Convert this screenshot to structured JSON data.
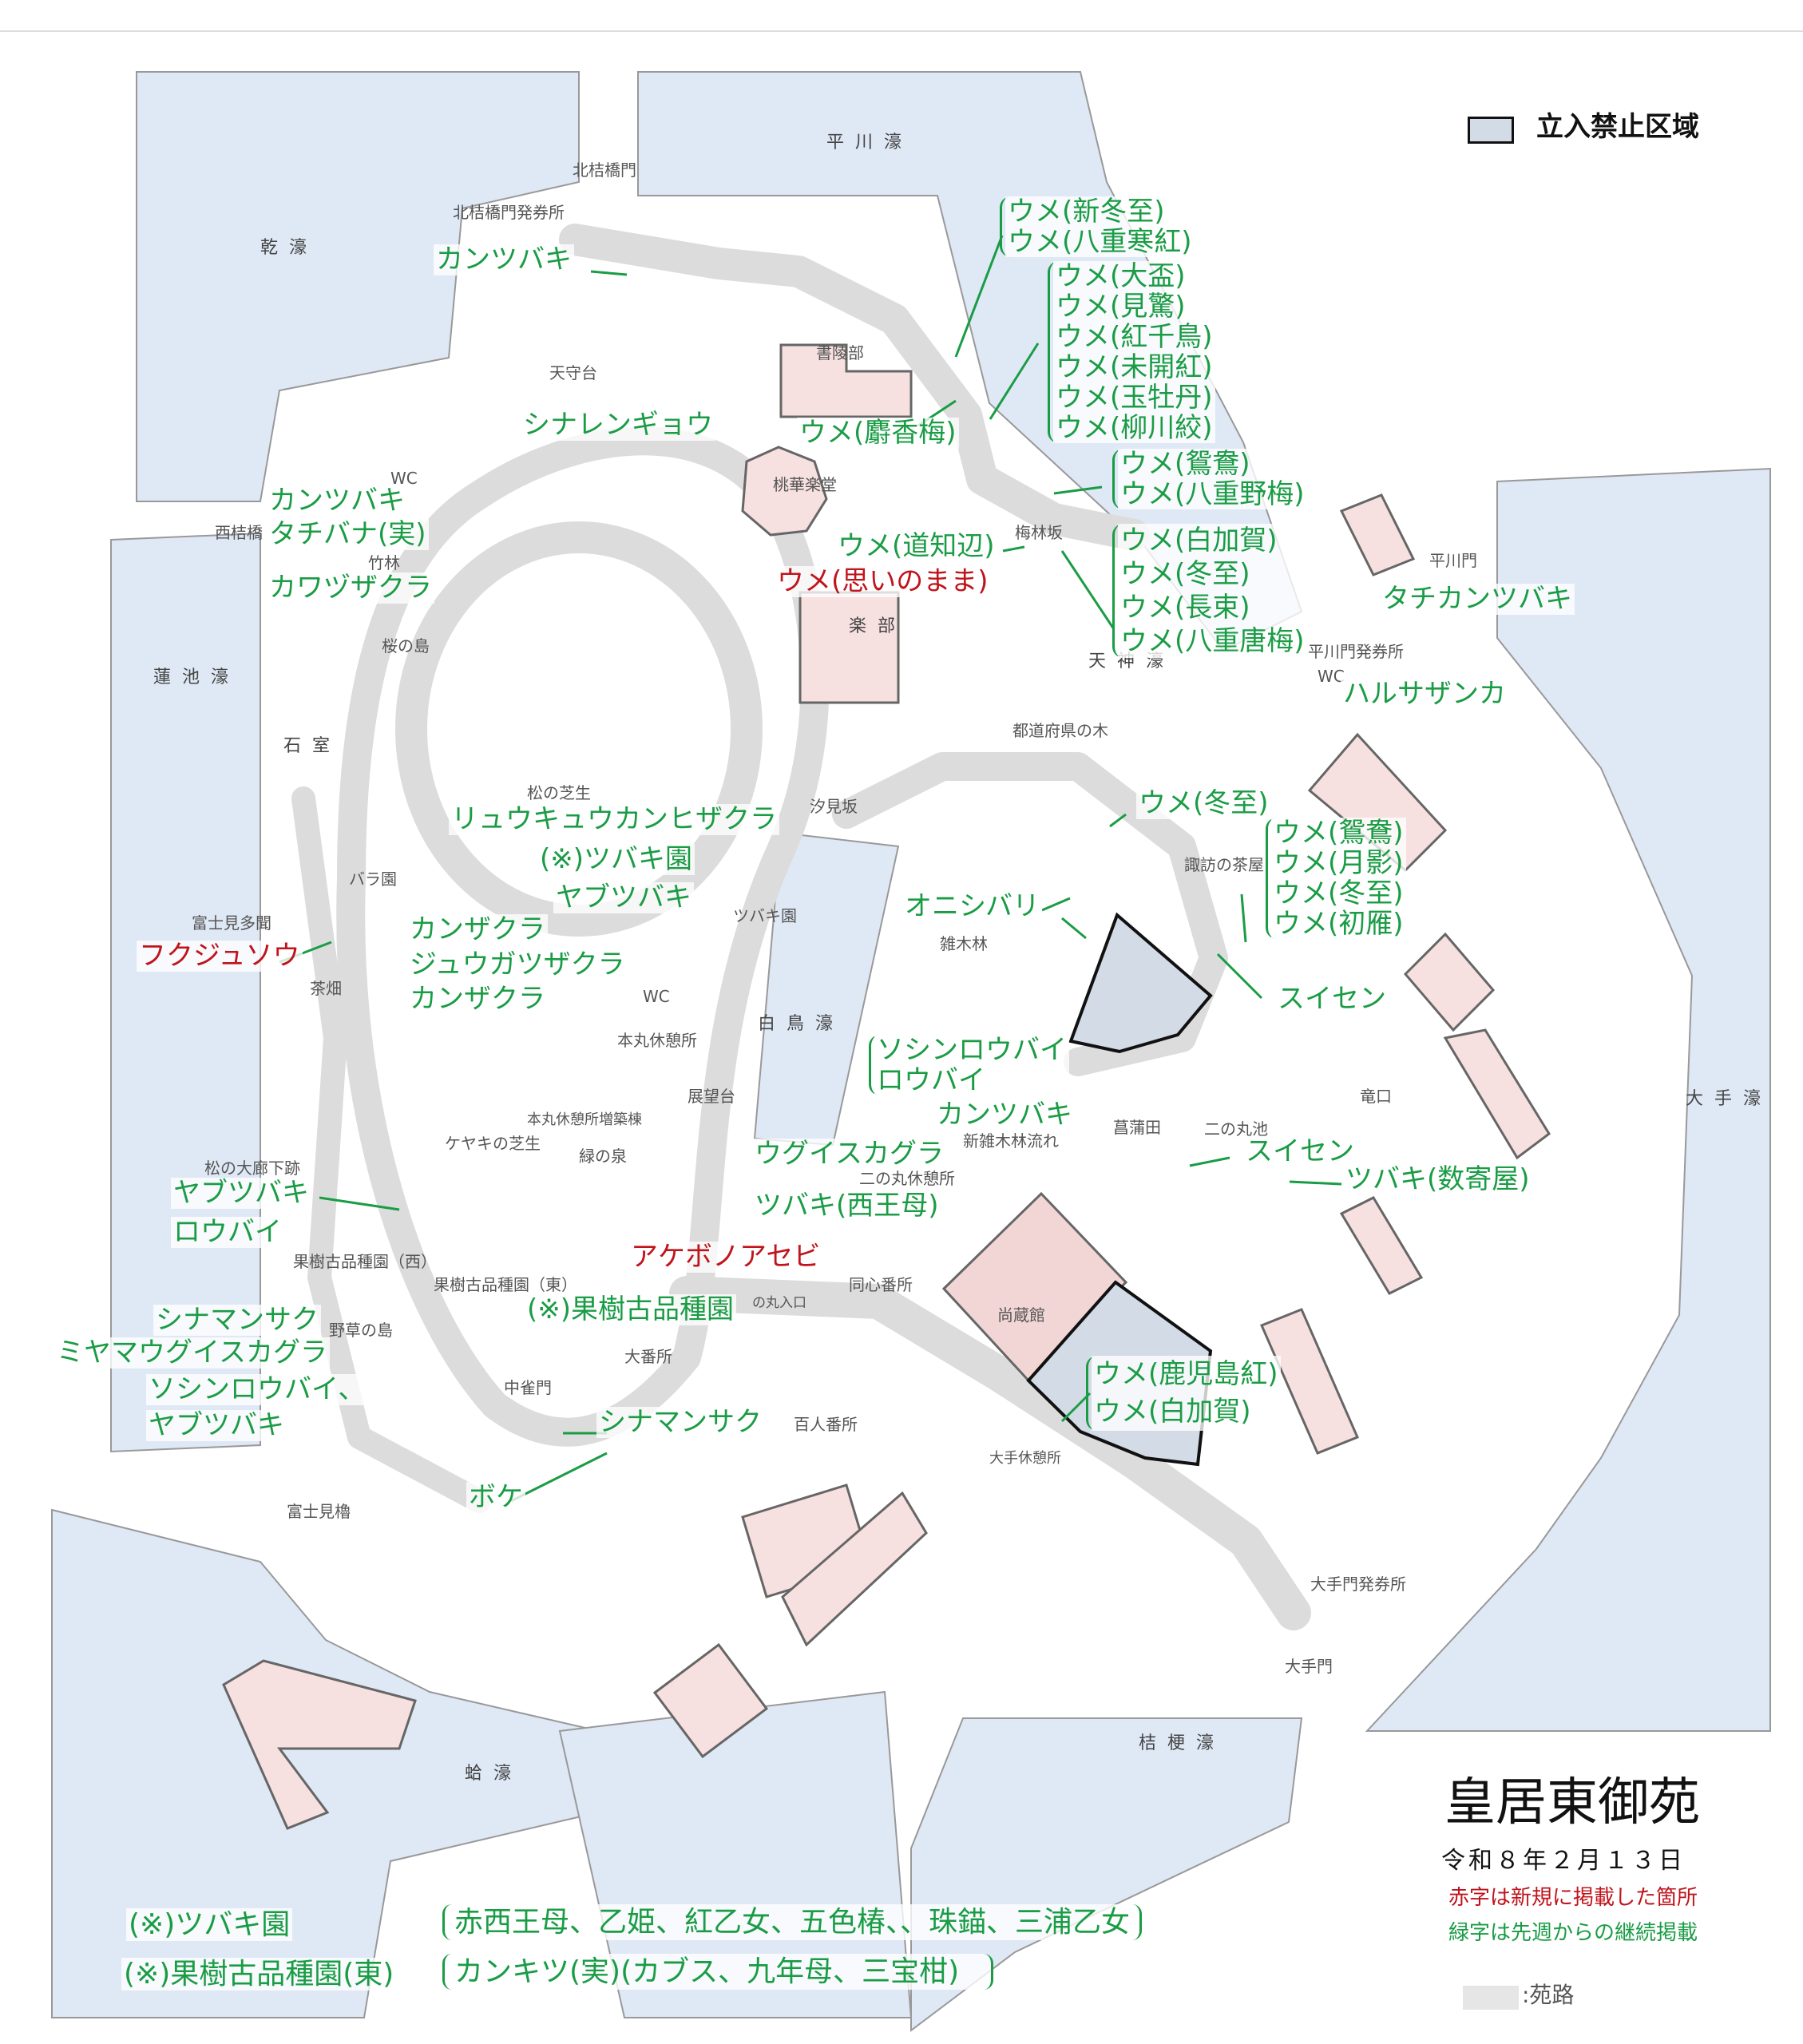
{
  "legend": {
    "restricted_area": "立入禁止区域",
    "restricted_color": "#d3dbe6",
    "path_label": ":苑路",
    "path_color": "#e6e6e6"
  },
  "title": {
    "name": "皇居東御苑",
    "date": "令和８年２月１３日",
    "note_red": "赤字は新規に掲載した箇所",
    "note_green": "緑字は先週からの継続掲載"
  },
  "colors": {
    "green_text": "#1a9c45",
    "red_text": "#c0141c",
    "moat": "#dfe8f5",
    "building": "#f7e0e0",
    "path": "#dcdcdc"
  },
  "places": {
    "hirakawa_bori": "平川濠",
    "kitahanebashi_mon": "北桔橋門",
    "kitahanebashi_ticket": "北桔橋門発券所",
    "inui_bori": "乾濠",
    "tenshudai": "天守台",
    "shoryobu": "書陵部",
    "tokagakudo": "桃華楽堂",
    "wc1": "WC",
    "chikurin": "竹林",
    "nishihanebashi": "西桔橋",
    "sakura_island": "桜の島",
    "hasuike_bori": "蓮池濠",
    "ishimuro": "石室",
    "gakubu": "楽部",
    "bairinzaka": "梅林坂",
    "tenjin_bori": "天神濠",
    "hirakawa_mon": "平川門",
    "hirakawa_ticket": "平川門発券所",
    "wc2": "WC",
    "prefecture_trees": "都道府県の木",
    "matsu_lawn": "松の芝生",
    "shiomizaka": "汐見坂",
    "suwa_chaya": "諏訪の茶屋",
    "rose_garden": "バラ園",
    "tsubaki_garden": "ツバキ園",
    "zokibayashi": "雑木林",
    "fujimi_tamon": "富士見多聞",
    "tea_field": "茶畑",
    "wc3": "WC",
    "hakucho_bori": "白鳥濠",
    "honmaru_rest": "本丸休憩所",
    "observatory": "展望台",
    "honmaru_rest_annex": "本丸休憩所増築棟",
    "keyaki_lawn": "ケヤキの芝生",
    "midori_izumi": "緑の泉",
    "shobuda": "菖蒲田",
    "ninomaru_pond": "二の丸池",
    "tatsunokuchi": "竜口",
    "new_zokibayashi_stream": "新雑木林流れ",
    "ote_bori": "大手濠",
    "ninomaru_rest": "二の丸休憩所",
    "matsu_corridor": "松の大廊下跡",
    "fruit_west": "果樹古品種園（西）",
    "fruit_east": "果樹古品種園（東）",
    "yaso_island": "野草の島",
    "doshin_bansho": "同心番所",
    "ninomaru_entrance": "の丸入口",
    "shozokan": "尚蔵館",
    "obansho": "大番所",
    "chujakumon": "中雀門",
    "hyakunin_bansho": "百人番所",
    "ote_rest": "大手休憩所",
    "fujimi_yagura": "富士見櫓",
    "otemon_ticket": "大手門発券所",
    "otemon": "大手門",
    "kikyo_bori": "桔梗濠",
    "hamaguri_bori": "蛤濠"
  },
  "plants": {
    "kantsubaki_north": "カンツバキ",
    "shinarengyo": "シナレンギョウ",
    "kantsubaki_west": "カンツバキ",
    "tachibana": "タチバナ(実)",
    "kawazuzakura": "カワヅザクラ",
    "ume_group1": [
      "ウメ(新冬至)",
      "ウメ(八重寒紅)"
    ],
    "ume_group2": [
      "ウメ(大盃)",
      "ウメ(見驚)",
      "ウメ(紅千鳥)",
      "ウメ(未開紅)",
      "ウメ(玉牡丹)",
      "ウメ(柳川絞)"
    ],
    "ume_group3": [
      "ウメ(鴛鴦)",
      "ウメ(八重野梅)"
    ],
    "ume_group4": [
      "ウメ(白加賀)",
      "ウメ(冬至)",
      "ウメ(長束)",
      "ウメ(八重唐梅)"
    ],
    "ume_jakoubai": "ウメ(麝香梅)",
    "ume_michishirube": "ウメ(道知辺)",
    "ume_omoinomama": "ウメ(思いのまま)",
    "tachikantsubaki": "タチカンツバキ",
    "harusazanka": "ハルサザンカ",
    "ume_toji": "ウメ(冬至)",
    "ume_group5": [
      "ウメ(鴛鴦)",
      "ウメ(月影)",
      "ウメ(冬至)",
      "ウメ(初雁)"
    ],
    "suisen_east": "スイセン",
    "onishibari": "オニシバリ",
    "ryukyukanhizakura": "リュウキュウカンヒザクラ",
    "tsubaki_en_ref": "(※)ツバキ園",
    "yabutsubaki_center": "ヤブツバキ",
    "kanzakura1": "カンザクラ",
    "jugatsuzakura": "ジュウガツザクラ",
    "kanzakura2": "カンザクラ",
    "fukujuso": "フクジュソウ",
    "soshinrobai": "ソシンロウバイ",
    "robai_center": "ロウバイ",
    "kantsubaki_center": "カンツバキ",
    "uguisukagura": "ウグイスカグラ",
    "tsubaki_seiobo": "ツバキ(西王母)",
    "suisen_pond": "スイセン",
    "tsubaki_sukiya": "ツバキ(数寄屋)",
    "yabutsubaki_west": "ヤブツバキ",
    "robai_west": "ロウバイ",
    "akebonoasebi": "アケボノアセビ",
    "fruit_garden_ref": "(※)果樹古品種園",
    "shinamansaku_west": "シナマンサク",
    "miyamauguisukagura": "ミヤマウグイスカグラ",
    "soshinrobai_west": "ソシンロウバイ、",
    "yabutsubaki_sw": "ヤブツバキ",
    "shinamansaku_south": "シナマンサク",
    "boke": "ボケ",
    "ume_kagoshimabeni": "ウメ(鹿児島紅)",
    "ume_shirokaga": "ウメ(白加賀)"
  },
  "footnotes": [
    {
      "label": "(※)ツバキ園",
      "items": "赤西王母、乙姫、紅乙女、五色椿、、珠錨、三浦乙女"
    },
    {
      "label": "(※)果樹古品種園(東)",
      "items": "カンキツ(実)(カブス、九年母、三宝柑)"
    }
  ]
}
